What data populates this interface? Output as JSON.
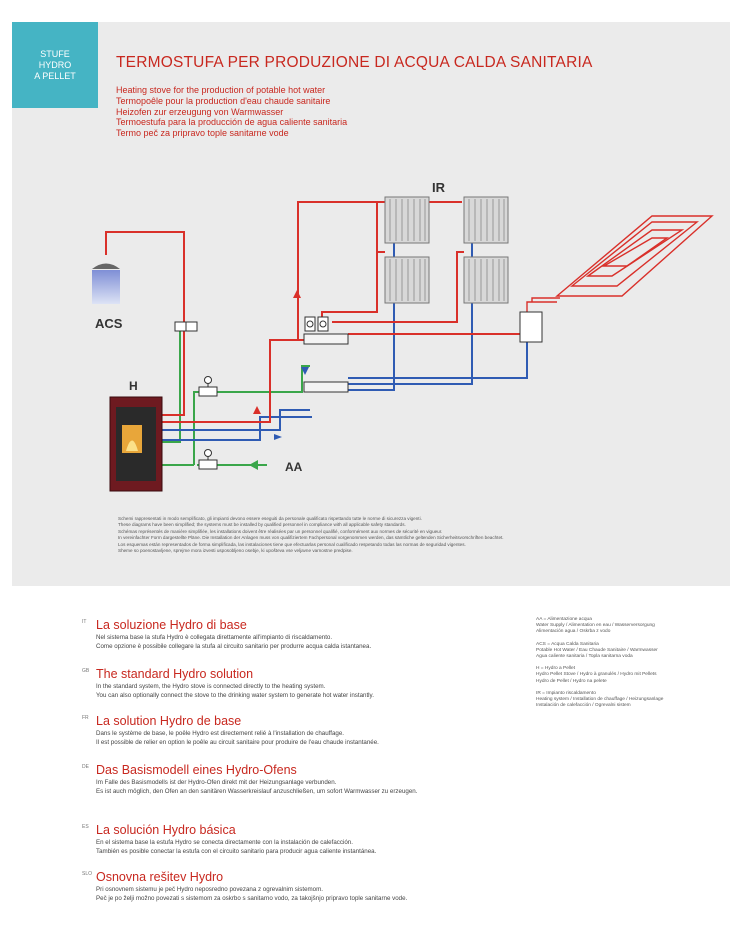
{
  "tag": {
    "lines": [
      "STUFE",
      "HYDRO",
      "A PELLET"
    ]
  },
  "title": "TERMOSTUFA PER PRODUZIONE DI ACQUA CALDA SANITARIA",
  "subtitles": [
    "Heating stove for the production of potable hot water",
    "Termopoêle pour la production d'eau chaude sanitaire",
    "Heizofen zur erzeugung von Warmwasser",
    "Termoestufa para la producción de agua caliente sanitaria",
    "Termo peč za pripravo tople sanitarne vode"
  ],
  "diagram": {
    "label_ir": "IR",
    "label_acs": "ACS",
    "label_h": "H",
    "label_aa": "AA",
    "colors": {
      "hot": "#d9302a",
      "return": "#2f5bb3",
      "water": "#3aa64a",
      "stove": "#6e1a20",
      "radiator": "#d6d6d6"
    }
  },
  "disclaimer": [
    "Schemi rappresentati in modo semplificato, gli impianti devono essere eseguiti da personale qualificato rispettando tutte le norme di sicurezza vigenti.",
    "These diagrams have been simplified; the systems must be installed by qualified personnel in compliance with all applicable safety standards.",
    "Schémas représentés de manière simplifiée, les installations doivent être réalisées par un personnel qualifié, conformément aux normes de sécurité en vigueur.",
    "In vereinfachter Form dargestellte Pläne. Die Installation der Anlagen muss von qualifiziertem Fachpersonal vorgenommen werden, das sämtliche geltenden Sicherheitsvorschriften beachtet.",
    "Los esquemas están representados de forma simplificada, las instalaciones tiene que efectuarlas personal cualificado respetando todas las normas de seguridad vigentes.",
    "Sheme so poenostavljene, sprejme mora izvesti usposobljeno osebje, ki upošteva vse veljavne varnostne predpise."
  ],
  "sections": [
    {
      "code": "IT",
      "title": "La soluzione Hydro di base",
      "lines": [
        "Nel sistema base la stufa Hydro è collegata direttamente all'impianto di riscaldamento.",
        "Come opzione è possibile collegare la stufa al circuito sanitario per produrre acqua calda istantanea."
      ]
    },
    {
      "code": "GB",
      "title": "The standard Hydro solution",
      "lines": [
        "In the standard system, the Hydro stove is connected directly to the heating system.",
        "You can also optionally connect the stove to the drinking water system to generate hot water instantly."
      ]
    },
    {
      "code": "FR",
      "title": "La solution Hydro de base",
      "lines": [
        "Dans le système de base, le poêle Hydro est directement relié à l'installation de chauffage.",
        "Il est possible de relier en option le poêle au circuit sanitaire pour produire de l'eau chaude instantanée."
      ]
    },
    {
      "code": "DE",
      "title": "Das Basismodell eines Hydro-Ofens",
      "lines": [
        "Im Falle des Basismodells ist der Hydro-Ofen direkt mit der Heizungsanlage verbunden.",
        "Es ist auch möglich, den Ofen an den sanitären Wasserkreislauf anzuschließen, um sofort Warmwasser zu erzeugen."
      ]
    },
    {
      "code": "ES",
      "title": "La solución Hydro básica",
      "lines": [
        "En el sistema base la estufa Hydro se conecta directamente con la instalación de calefacción.",
        "También es posible conectar la estufa con el circuito sanitario para producir agua caliente instantánea."
      ]
    },
    {
      "code": "SLO",
      "title": "Osnovna rešitev Hydro",
      "lines": [
        "Pri osnovnem sistemu je peč Hydro neposredno povezana z ogrevalnim sistemom.",
        "Peč je po želji možno povezati s sistemom za oskrbo s sanitarno vodo, za takojšnjo pripravo tople sanitarne vode."
      ]
    }
  ],
  "legend": [
    {
      "lines": [
        "AA = Alimentazione acqua",
        "Water Supply / Alimentation en eau / Wasserversorgung",
        "Alimentación agua / Oskrba z vodo"
      ]
    },
    {
      "lines": [
        "ACS = Acqua Calda Sanitaria",
        "Potable Hot Water / Eau Chaude Sanitaire / Warmwasser",
        "Agua caliente sanitaria / Topla sanitarna voda"
      ]
    },
    {
      "lines": [
        "H = Hydro a Pellet",
        "Hydro Pellet Stove / Hydro à granulés / Hydro mit Pellets",
        "Hydro de Pellet / Hydro na pelete"
      ]
    },
    {
      "lines": [
        "IR = Impianto riscaldamento",
        "Heating system / Installation de chauffage / Heizungsanlage",
        "Instalación de calefacción / Ogrevalni sistem"
      ]
    }
  ]
}
